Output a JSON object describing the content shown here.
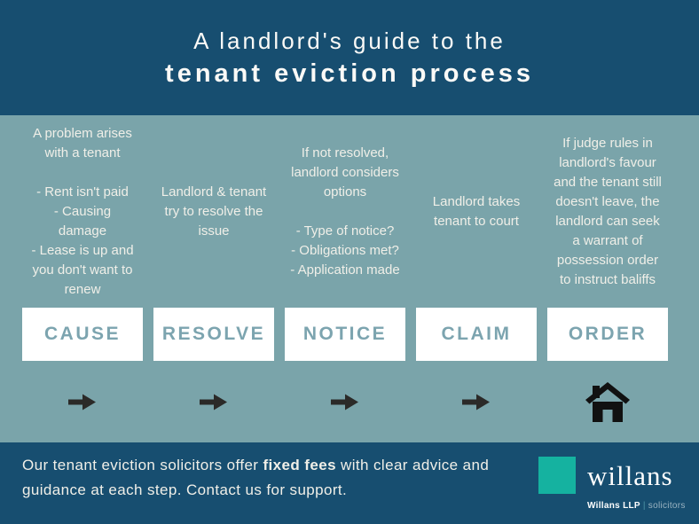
{
  "header": {
    "title_line1": "A landlord's guide to the",
    "title_line2": "tenant eviction process"
  },
  "steps": [
    {
      "label": "CAUSE",
      "description": "A problem arises\nwith a tenant\n\n- Rent isn't paid\n- Causing\ndamage\n- Lease is up and\nyou don't want to\nrenew",
      "connector": "arrow-right"
    },
    {
      "label": "RESOLVE",
      "description": "Landlord & tenant\ntry to resolve the\nissue",
      "connector": "arrow-right"
    },
    {
      "label": "NOTICE",
      "description": "If not resolved,\nlandlord considers\noptions\n\n- Type of notice?\n- Obligations met?\n- Application made",
      "connector": "arrow-right"
    },
    {
      "label": "CLAIM",
      "description": "Landlord takes\ntenant to court",
      "connector": "arrow-right"
    },
    {
      "label": "ORDER",
      "description": "If judge rules in\nlandlord's favour\nand the tenant still\ndoesn't leave, the\nlandlord can seek\na warrant of\npossession order\nto instruct baliffs",
      "connector": "house"
    }
  ],
  "footer": {
    "message_part1": "Our tenant eviction solicitors offer ",
    "message_bold": "fixed fees",
    "message_part2": " with clear advice and\nguidance at each step. Contact us for support.",
    "logo": {
      "wordmark": "willans",
      "tagline_bold": "Willans LLP",
      "tagline_separator": "|",
      "tagline_light": "solicitors"
    }
  },
  "colors": {
    "header_bg": "#174E70",
    "body_bg": "#7AA4AA",
    "box_bg": "#FFFFFF",
    "box_label": "#7CA4AF",
    "text": "#F0EFE8",
    "arrow": "#2B2A28",
    "house": "#111111",
    "logo_square": "#15B2A0"
  }
}
